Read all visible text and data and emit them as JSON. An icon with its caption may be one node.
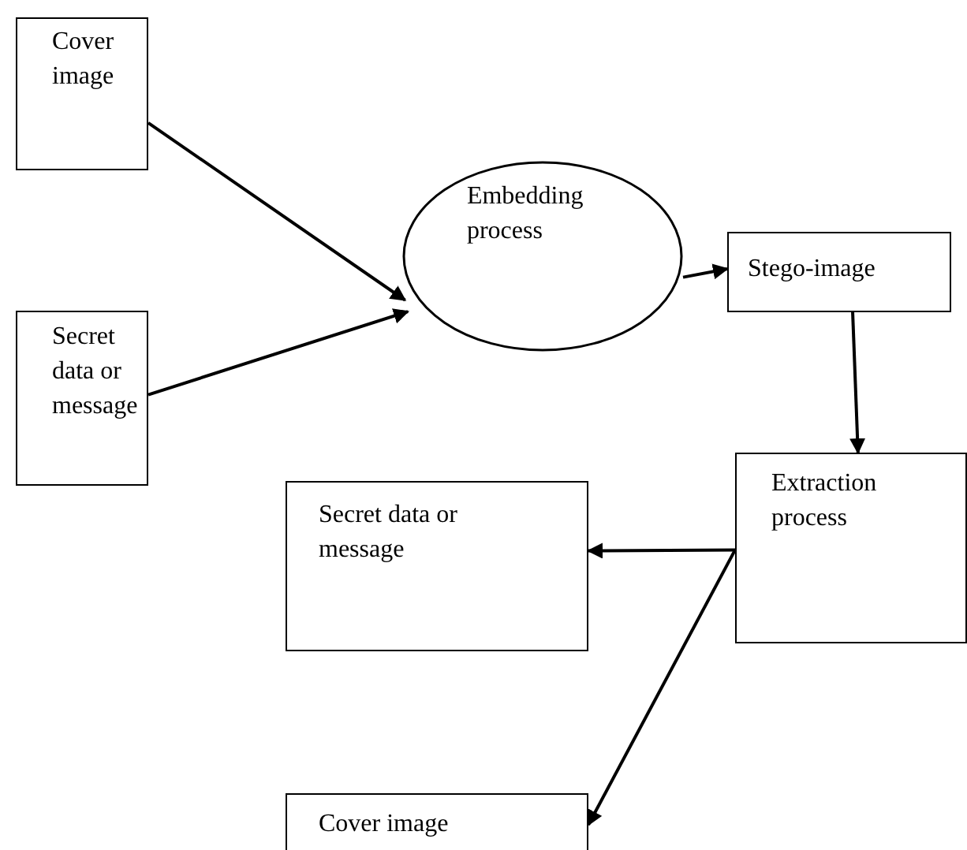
{
  "diagram": {
    "nodes": [
      {
        "text": [
          "Cover image"
        ]
      },
      {
        "text": [
          "Secret data or message"
        ]
      },
      {
        "text": [
          "Embedding process"
        ]
      },
      {
        "text": [
          "Stego-image"
        ]
      },
      {
        "text": [
          "Extraction process"
        ]
      },
      {
        "text": [
          "Secret data or message"
        ]
      },
      {
        "text": [
          "Cover image"
        ]
      }
    ],
    "edges": [
      {
        "from": 0,
        "to": 2,
        "arrow": "to"
      },
      {
        "from": 1,
        "to": 2,
        "arrow": "to"
      },
      {
        "from": 2,
        "to": 3,
        "arrow": "to"
      },
      {
        "from": 3,
        "to": 4,
        "arrow": "to"
      },
      {
        "from": 4,
        "to": 5,
        "arrow": "to"
      },
      {
        "from": 4,
        "to": 6,
        "arrow": "to"
      }
    ]
  }
}
